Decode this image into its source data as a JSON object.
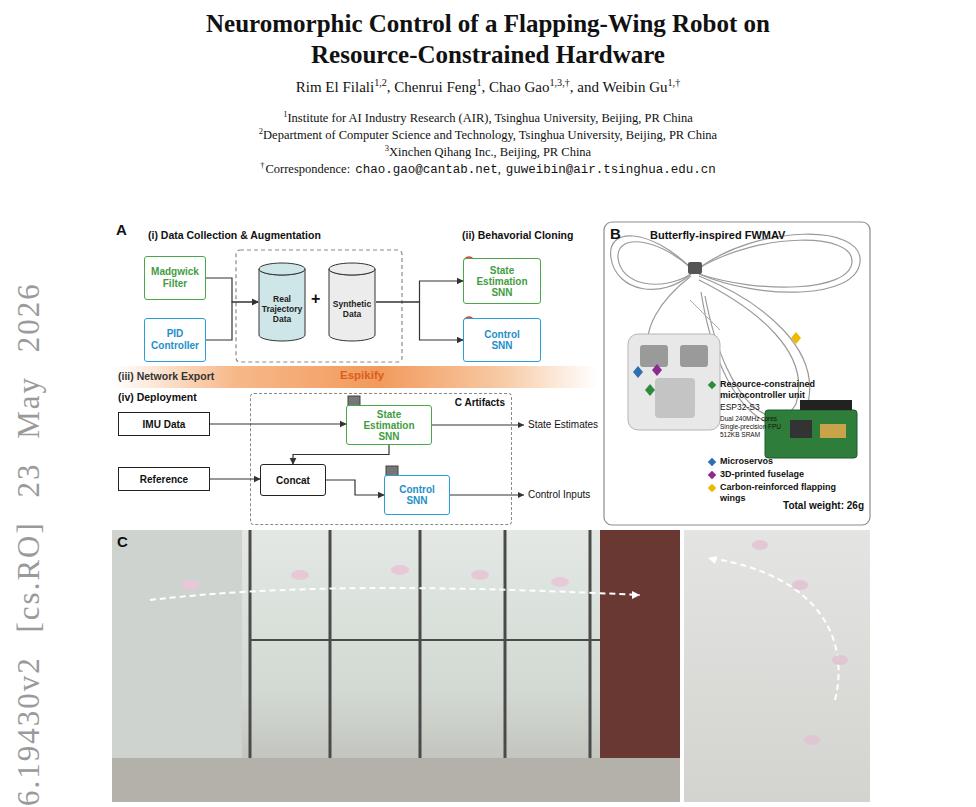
{
  "diagram": {
    "title": "Neuromorphic Control of a Flapping-Wing Robot on Resource-Constrained Hardware",
    "nodes": [
      {
        "text": [
          "Madgwick Filter"
        ]
      },
      {
        "text": [
          "PID Controller"
        ]
      },
      {
        "text": [
          "Real Trajectory Data"
        ]
      },
      {
        "text": [
          "Synthetic Data"
        ]
      },
      {
        "text": [
          "State Estimation SNN"
        ]
      },
      {
        "text": [
          "Control SNN"
        ]
      },
      {
        "text": [
          "(iii) Network Export",
          "Espikify"
        ]
      },
      {
        "text": [
          "IMU Data"
        ]
      },
      {
        "text": [
          "C Artifacts"
        ]
      },
      {
        "text": [
          "State Estimation SNN"
        ],
        "in": 8
      },
      {
        "text": [
          "Reference"
        ]
      },
      {
        "text": [
          "Concat"
        ],
        "in": 8
      },
      {
        "text": [
          "Control SNN"
        ],
        "in": 8
      }
    ],
    "edges": [
      {
        "from": 0,
        "to": 2,
        "arrow": "to"
      },
      {
        "from": 1,
        "to": 2,
        "arrow": "to"
      },
      {
        "from": 3,
        "to": 4,
        "arrow": "to"
      },
      {
        "from": 3,
        "to": 5,
        "arrow": "to"
      },
      {
        "from": 7,
        "to": 9,
        "arrow": "to"
      },
      {
        "from": 9,
        "to": 11,
        "arrow": "to"
      },
      {
        "from": 10,
        "to": 11,
        "arrow": "to"
      },
      {
        "from": 11,
        "to": 12,
        "arrow": "to"
      }
    ],
    "labels": [
      "6.19430v2 [cs.RO] 23 May 2026",
      "Rim El Filali",
      "1,2",
      ", Chenrui Feng",
      "1",
      ", Chao Gao",
      "1,3,†",
      ", and Weibin Gu",
      "1,†",
      "1",
      "Institute for AI Industry Research (AIR), Tsinghua University, Beijing, PR China",
      "2",
      "Department of Computer Science and Technology, Tsinghua University, Beijing, PR China",
      "3",
      "Xinchen Qihang Inc., Beijing, PR China",
      "†",
      "Correspondence:",
      "chao.gao@cantab.net",
      ",",
      "guweibin@air.tsinghua.edu.cn",
      "A",
      "(i) Data Collection & Augmentation",
      "(ii) Behavorial Cloning",
      "+",
      "(iv) Deployment",
      "State Estimates",
      "Control Inputs",
      "B",
      "Butterfly-inspired FWMAV",
      "ESP32-S3",
      "Dual 240MHz cores",
      "Single-precision FPU",
      "512KB SRAM",
      "Total weight: 26g",
      "C"
    ],
    "legend": [
      {
        "text": "Resource-constrained microcontroller unit",
        "color": "#2e8b3e"
      },
      {
        "text": "Microservos",
        "color": "#2f6fb0"
      },
      {
        "text": "3D-printed fuselage",
        "color": "#8e2a8e"
      },
      {
        "text": "Carbon-reinforced flapping wings",
        "color": "#f0b800"
      }
    ]
  }
}
